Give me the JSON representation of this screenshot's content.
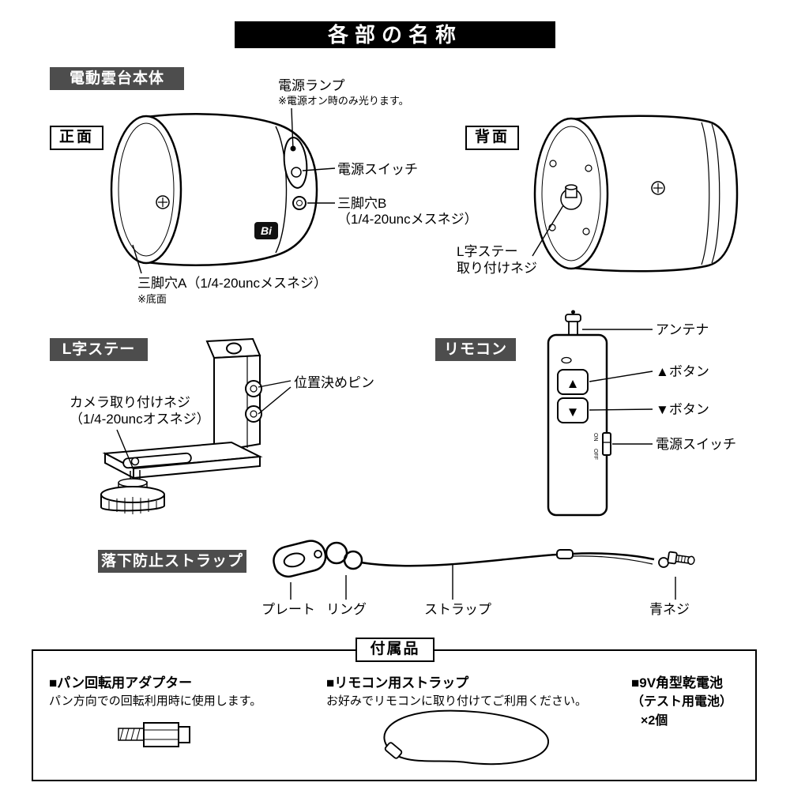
{
  "page": {
    "title": "各部の名称"
  },
  "colors": {
    "banner_bg": "#000000",
    "section_label_bg": "#4d4d4d",
    "line": "#000000",
    "background": "#ffffff"
  },
  "sections": {
    "main_unit": {
      "label": "電動雲台本体",
      "front": {
        "label": "正面",
        "logo": "Bi",
        "callouts": {
          "power_lamp": "電源ランプ",
          "power_lamp_note": "※電源オン時のみ光ります。",
          "power_switch": "電源スイッチ",
          "tripod_hole_b": "三脚穴B",
          "tripod_hole_b_spec": "（1/4-20uncメスネジ）",
          "tripod_hole_a": "三脚穴A（1/4-20uncメスネジ）",
          "tripod_hole_a_note": "※底面"
        }
      },
      "back": {
        "label": "背面",
        "callouts": {
          "l_stay_screw_line1": "L字ステー",
          "l_stay_screw_line2": "取り付けネジ"
        }
      }
    },
    "l_stay": {
      "label": "L字ステー",
      "callouts": {
        "positioning_pin": "位置決めピン",
        "camera_screw_line1": "カメラ取り付けネジ",
        "camera_screw_line2": "（1/4-20uncオスネジ）"
      }
    },
    "remote": {
      "label": "リモコン",
      "buttons": {
        "up": "▲",
        "down": "▼"
      },
      "switch_on": "ON",
      "switch_off": "OFF",
      "callouts": {
        "antenna": "アンテナ",
        "up_button": "▲ボタン",
        "down_button": "▼ボタン",
        "power_switch": "電源スイッチ"
      }
    },
    "strap": {
      "label": "落下防止ストラップ",
      "callouts": {
        "plate": "プレート",
        "ring": "リング",
        "strap": "ストラップ",
        "blue_screw": "青ネジ"
      }
    },
    "accessories": {
      "label": "付属品",
      "items": [
        {
          "title": "■パン回転用アダプター",
          "description": "パン方向での回転利用時に使用します。"
        },
        {
          "title": "■リモコン用ストラップ",
          "description": "お好みでリモコンに取り付けてご利用ください。"
        },
        {
          "title": "■9V角型乾電池",
          "description": "（テスト用電池）",
          "quantity": "×2個"
        }
      ]
    }
  }
}
